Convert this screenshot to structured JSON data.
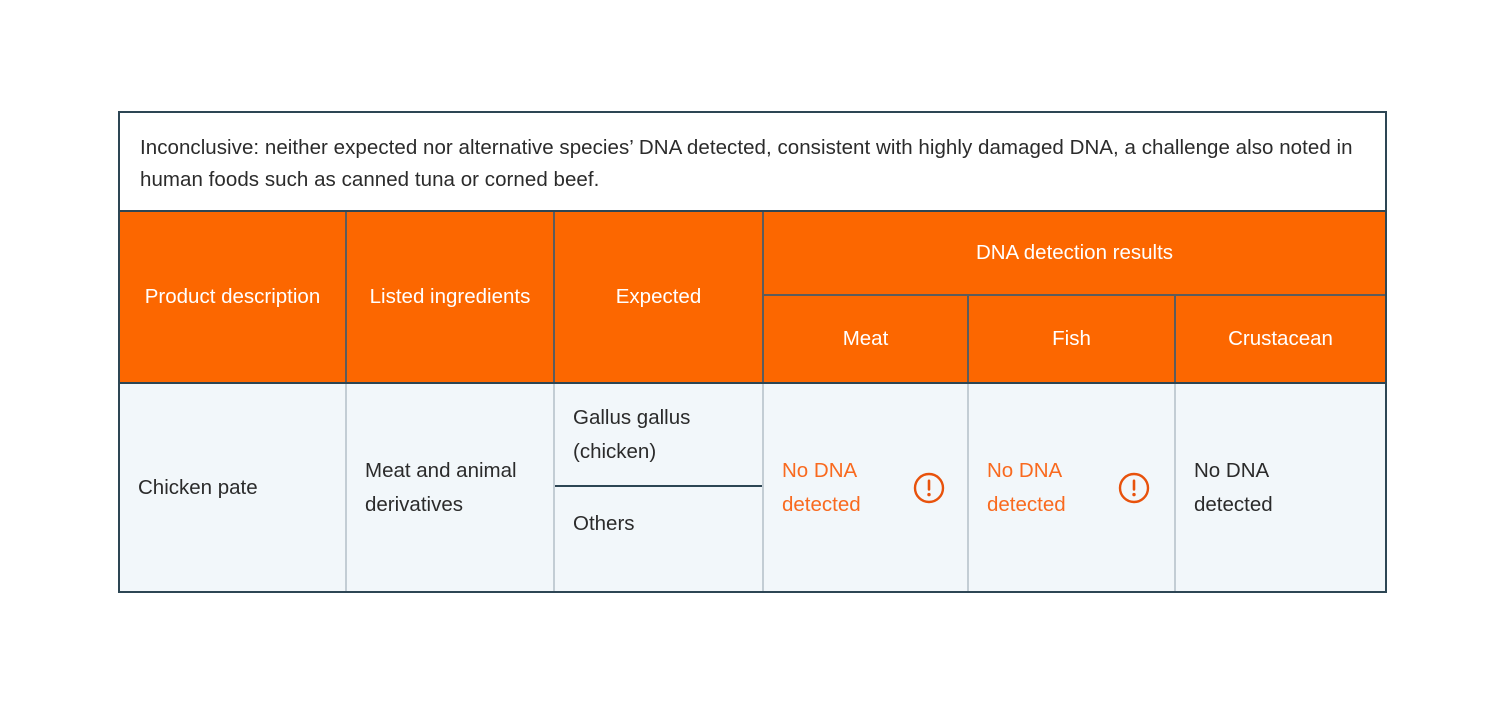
{
  "note": {
    "text": "Inconclusive: neither expected nor alternative species’ DNA detected, consistent with highly damaged DNA, a challenge also noted in human foods such as canned tuna or corned beef."
  },
  "table": {
    "headers": {
      "product_description": "Product description",
      "listed_ingredients": "Listed ingredients",
      "expected": "Expected",
      "dna_detection_results": "DNA detection results",
      "meat": "Meat",
      "fish": "Fish",
      "crustacean": "Crustacean"
    },
    "rows": [
      {
        "product_description": "Chicken pate",
        "listed_ingredients": "Meat and animal derivatives",
        "expected_primary": "Gallus gallus (chicken)",
        "expected_secondary": "Others",
        "meat": {
          "text": "No DNA detected",
          "alert": true,
          "icon": "alert-circle-icon"
        },
        "fish": {
          "text": "No DNA detected",
          "alert": true,
          "icon": "alert-circle-icon"
        },
        "crustacean": {
          "text": "No DNA detected",
          "alert": false,
          "icon": null
        }
      }
    ]
  },
  "colors": {
    "header_background": "#fc6700",
    "header_text": "#ffffff",
    "body_background": "#f2f7fa",
    "body_text": "#2b2b2b",
    "alert_text": "#f96a1f",
    "table_border": "#2d4654",
    "inner_border": "#c3cdd4"
  }
}
